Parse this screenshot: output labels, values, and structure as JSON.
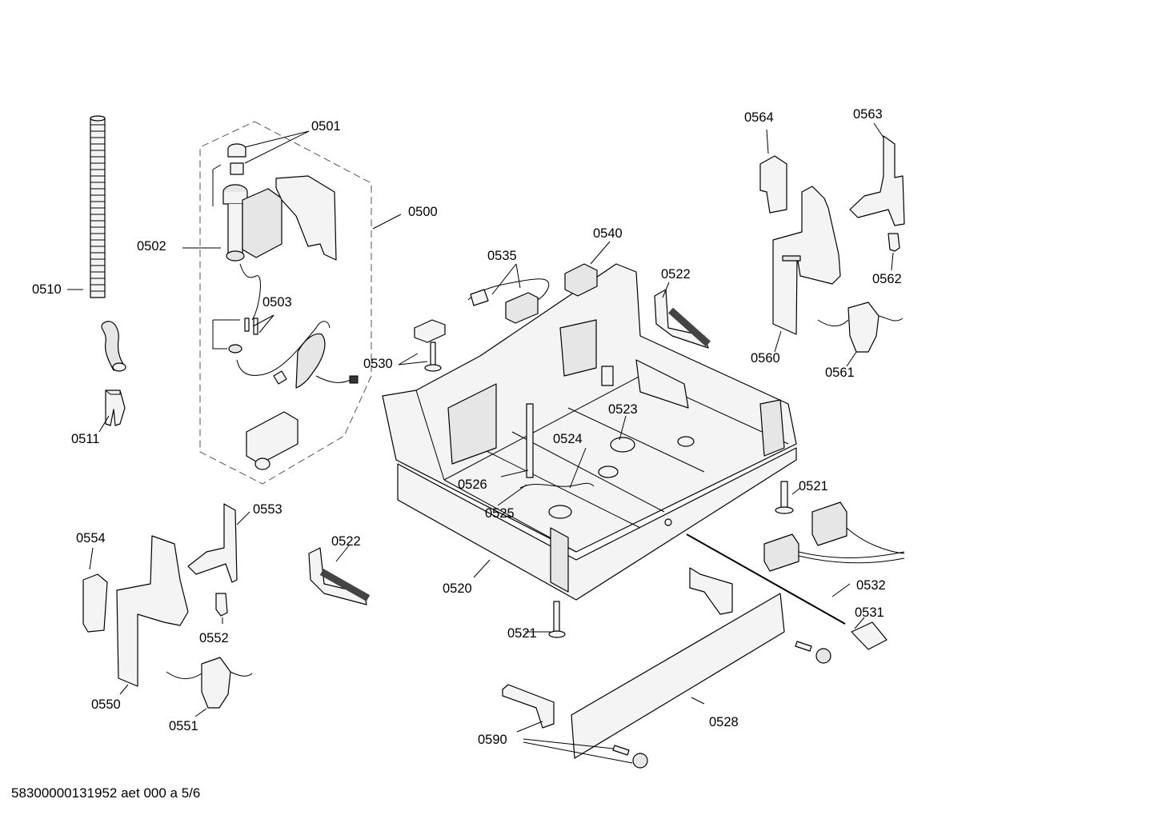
{
  "footer": {
    "text": "58300000131952 aet 000 a 5/6"
  },
  "callouts": {
    "c0500": "0500",
    "c0501": "0501",
    "c0502": "0502",
    "c0503": "0503",
    "c0510": "0510",
    "c0511": "0511",
    "c0520": "0520",
    "c0521a": "0521",
    "c0521b": "0521",
    "c0522a": "0522",
    "c0522b": "0522",
    "c0523": "0523",
    "c0524": "0524",
    "c0525": "0525",
    "c0526": "0526",
    "c0528": "0528",
    "c0530": "0530",
    "c0531": "0531",
    "c0532": "0532",
    "c0535": "0535",
    "c0540": "0540",
    "c0550": "0550",
    "c0551": "0551",
    "c0552": "0552",
    "c0553": "0553",
    "c0554": "0554",
    "c0560": "0560",
    "c0561": "0561",
    "c0562": "0562",
    "c0563": "0563",
    "c0564": "0564",
    "c0590": "0590"
  }
}
